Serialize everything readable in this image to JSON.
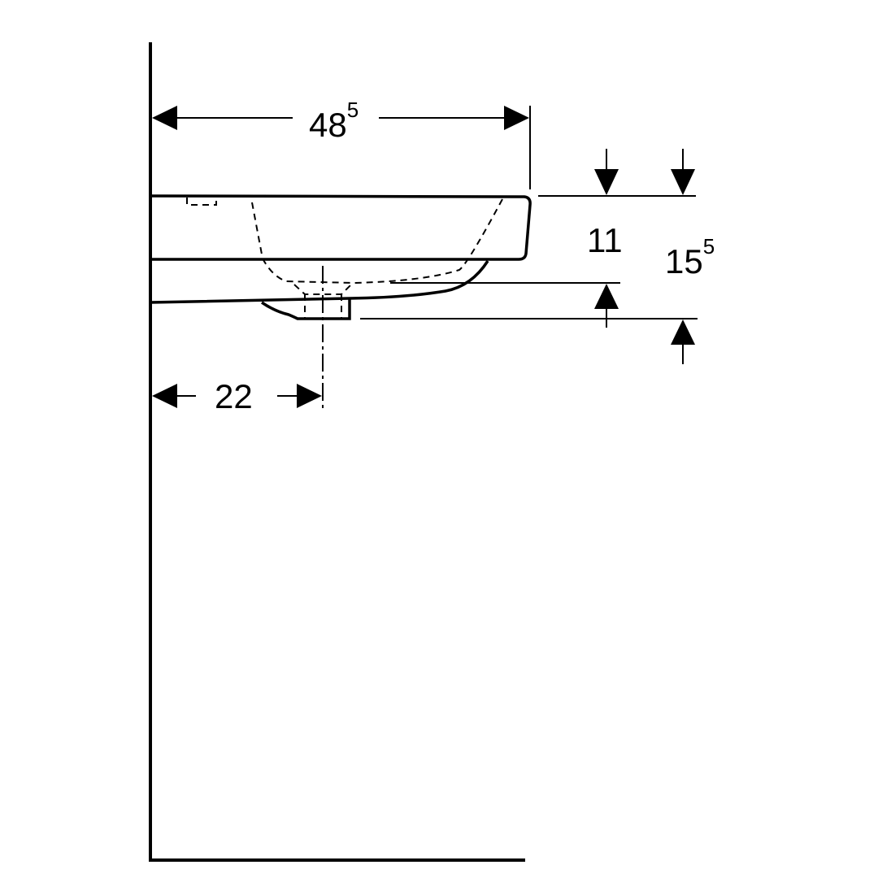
{
  "drawing": {
    "dimensions": {
      "width": {
        "main": "48",
        "sup": "5"
      },
      "bowl_height": {
        "main": "11"
      },
      "total_height": {
        "main": "15",
        "sup": "5"
      },
      "drain_offset": {
        "main": "22"
      }
    },
    "line_color": "#000000",
    "background": "#ffffff"
  }
}
